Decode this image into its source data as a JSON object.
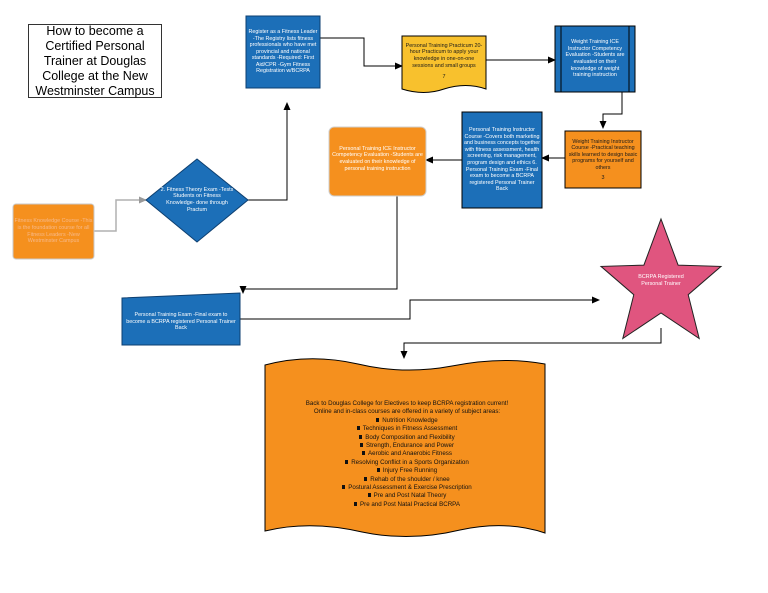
{
  "title": "How to become a Certified Personal Trainer at Douglas College at the New Westminster Campus",
  "colors": {
    "blue": "#1c6fb8",
    "blue_border": "#0d3f70",
    "orange": "#f5901e",
    "orange_border": "#b8640a",
    "yellow": "#f8c12d",
    "pink": "#e0557f",
    "connector": "#000000",
    "connector_light": "#b0b0b0"
  },
  "nodes": {
    "fitness_knowledge": "Fitness Knowledge Course -This is the foundation course for all Fitness Leaders -New Westminster Campus",
    "theory_exam": "2. Fitness Theory Exam -Tests Students on Fitness Knowledge- done through Practum",
    "register": "Register as a Fitness Leader -The Registry lists fitness professionals who have met provincial and national standards -Required: First Aid/CPR -Gym Fitness Registration w/BCRPA",
    "practicum": "Personal Training Practicum 20-hour Practicum to apply your knowledge in one-on-one sessions and small groups",
    "practicum_num": "7",
    "weight_training_ice": "Weight Training ICE Instructor Competency Evaluation -Students are evaluated on their knowledge of weight training instruction",
    "weight_training_course": "Weight Training Instructor Course -Practical teaching skills learned to design basic programs for yourself and others",
    "weight_training_course_num": "3",
    "pt_course": "Personal Training Instructor Course -Covers both marketing and business concepts together with fitness assessment, health screening, risk management, program design and ethics 6. Personal Training Exam -Final exam to become a BCRPA registered Personal Trainer Back",
    "pt_ice": "Personal Training ICE Instructor Competency Evaluation -Students are evaluated on their knowledge of personal training instruction",
    "pt_exam": "Personal Training Exam -Final exam to become a BCRPA registered Personal Trainer Back",
    "bcrpa": "BCRPA Registered Personal Trainer"
  },
  "electives": {
    "intro": "Back to Douglas College for Electives to keep BCRPA registration current!",
    "intro2": "Online and in-class courses are offered in a variety of subject areas:",
    "items": [
      "Nutrition Knowledge",
      "Techniques in Fitness Assessment",
      "Body Composition and Flexibility",
      "Strength, Endurance and Power",
      "Aerobic and Anaerobic Fitness",
      "Resolving Conflict in a Sports Organization",
      "Injury Free Running",
      "Rehab of the shoulder / knee",
      "Postural Assessment & Exercise Prescription",
      "Pre and Post Natal Theory",
      "Pre and Post Natal Practical BCRPA"
    ]
  }
}
